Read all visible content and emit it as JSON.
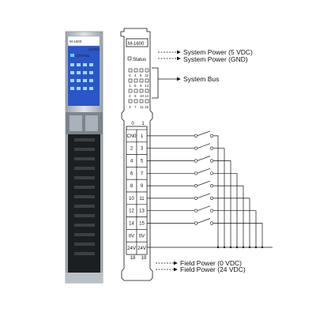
{
  "module": {
    "model": "M-1600",
    "photo_model": "M-1600",
    "photo_subtitle": "24VDC",
    "status_text": "STATUS",
    "column_headers": [
      "0",
      "1"
    ],
    "status_label": "Status",
    "bus_pins_top": [
      "0",
      "4",
      "8",
      "12"
    ],
    "bus_pins_mid": [
      "2",
      "6",
      "10",
      "14"
    ],
    "bus_pins_mid2": [
      "1",
      "5",
      "9",
      "13"
    ],
    "bus_pins_bot": [
      "3",
      "7",
      "11",
      "15"
    ],
    "bottom_numbers": [
      "18",
      "19"
    ]
  },
  "terminals": [
    [
      "CN0",
      "1"
    ],
    [
      "2",
      "3"
    ],
    [
      "4",
      "5"
    ],
    [
      "6",
      "7"
    ],
    [
      "8",
      "9"
    ],
    [
      "10",
      "11"
    ],
    [
      "12",
      "13"
    ],
    [
      "14",
      "15"
    ],
    [
      "0V",
      "0V"
    ],
    [
      "24V",
      "24V"
    ]
  ],
  "callouts": {
    "power_5v": "System Power (5 VDC)",
    "power_gnd": "System Power (GND)",
    "bus": "System Bus",
    "field_0v": "Field Power (0 VDC)",
    "field_24v": "Field Power (24 VDC)"
  },
  "colors": {
    "module_blue": "#2a56c8",
    "housing": "#c7ced4",
    "line": "#111111"
  }
}
